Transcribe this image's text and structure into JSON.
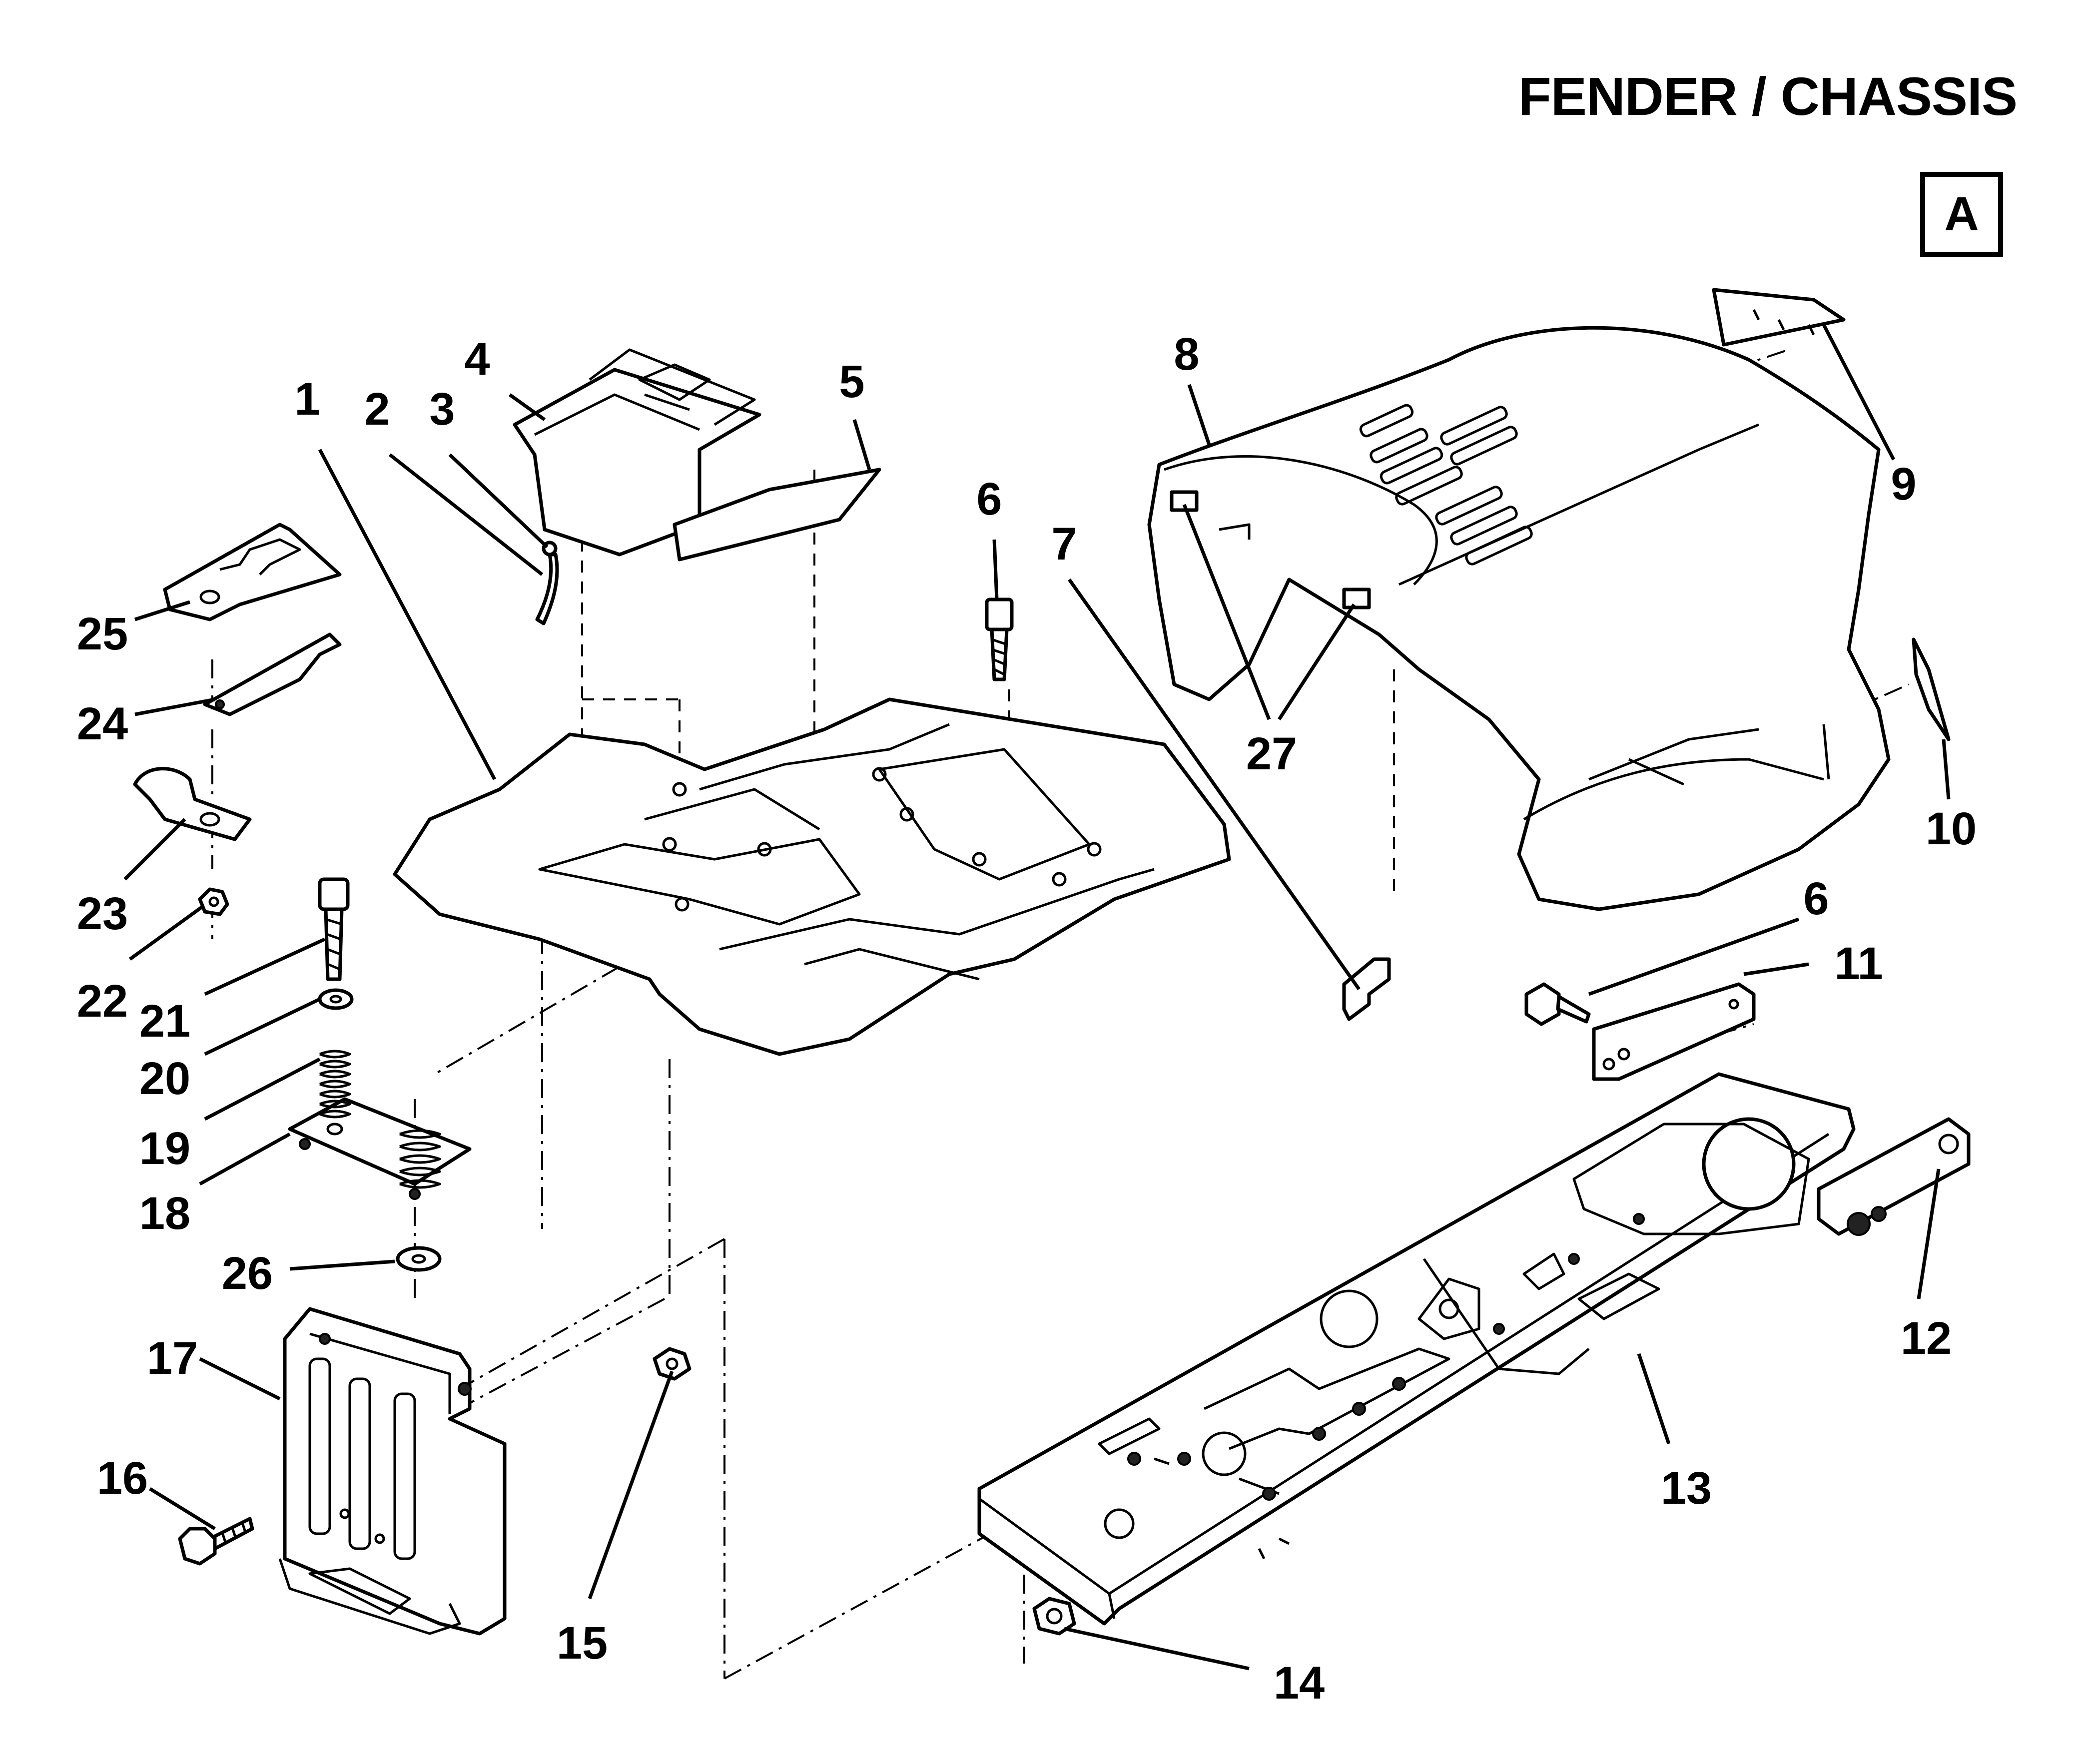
{
  "title": "FENDER / CHASSIS",
  "section": "A",
  "callouts": [
    {
      "id": "callout-1",
      "label": "1"
    },
    {
      "id": "callout-2",
      "label": "2"
    },
    {
      "id": "callout-3",
      "label": "3"
    },
    {
      "id": "callout-4",
      "label": "4"
    },
    {
      "id": "callout-5",
      "label": "5"
    },
    {
      "id": "callout-6a",
      "label": "6"
    },
    {
      "id": "callout-7",
      "label": "7"
    },
    {
      "id": "callout-8",
      "label": "8"
    },
    {
      "id": "callout-9",
      "label": "9"
    },
    {
      "id": "callout-10",
      "label": "10"
    },
    {
      "id": "callout-6b",
      "label": "6"
    },
    {
      "id": "callout-11",
      "label": "11"
    },
    {
      "id": "callout-12",
      "label": "12"
    },
    {
      "id": "callout-13",
      "label": "13"
    },
    {
      "id": "callout-14",
      "label": "14"
    },
    {
      "id": "callout-15",
      "label": "15"
    },
    {
      "id": "callout-16",
      "label": "16"
    },
    {
      "id": "callout-17",
      "label": "17"
    },
    {
      "id": "callout-18",
      "label": "18"
    },
    {
      "id": "callout-19",
      "label": "19"
    },
    {
      "id": "callout-20",
      "label": "20"
    },
    {
      "id": "callout-21",
      "label": "21"
    },
    {
      "id": "callout-22",
      "label": "22"
    },
    {
      "id": "callout-23",
      "label": "23"
    },
    {
      "id": "callout-24",
      "label": "24"
    },
    {
      "id": "callout-25",
      "label": "25"
    },
    {
      "id": "callout-26",
      "label": "26"
    },
    {
      "id": "callout-27",
      "label": "27"
    }
  ]
}
